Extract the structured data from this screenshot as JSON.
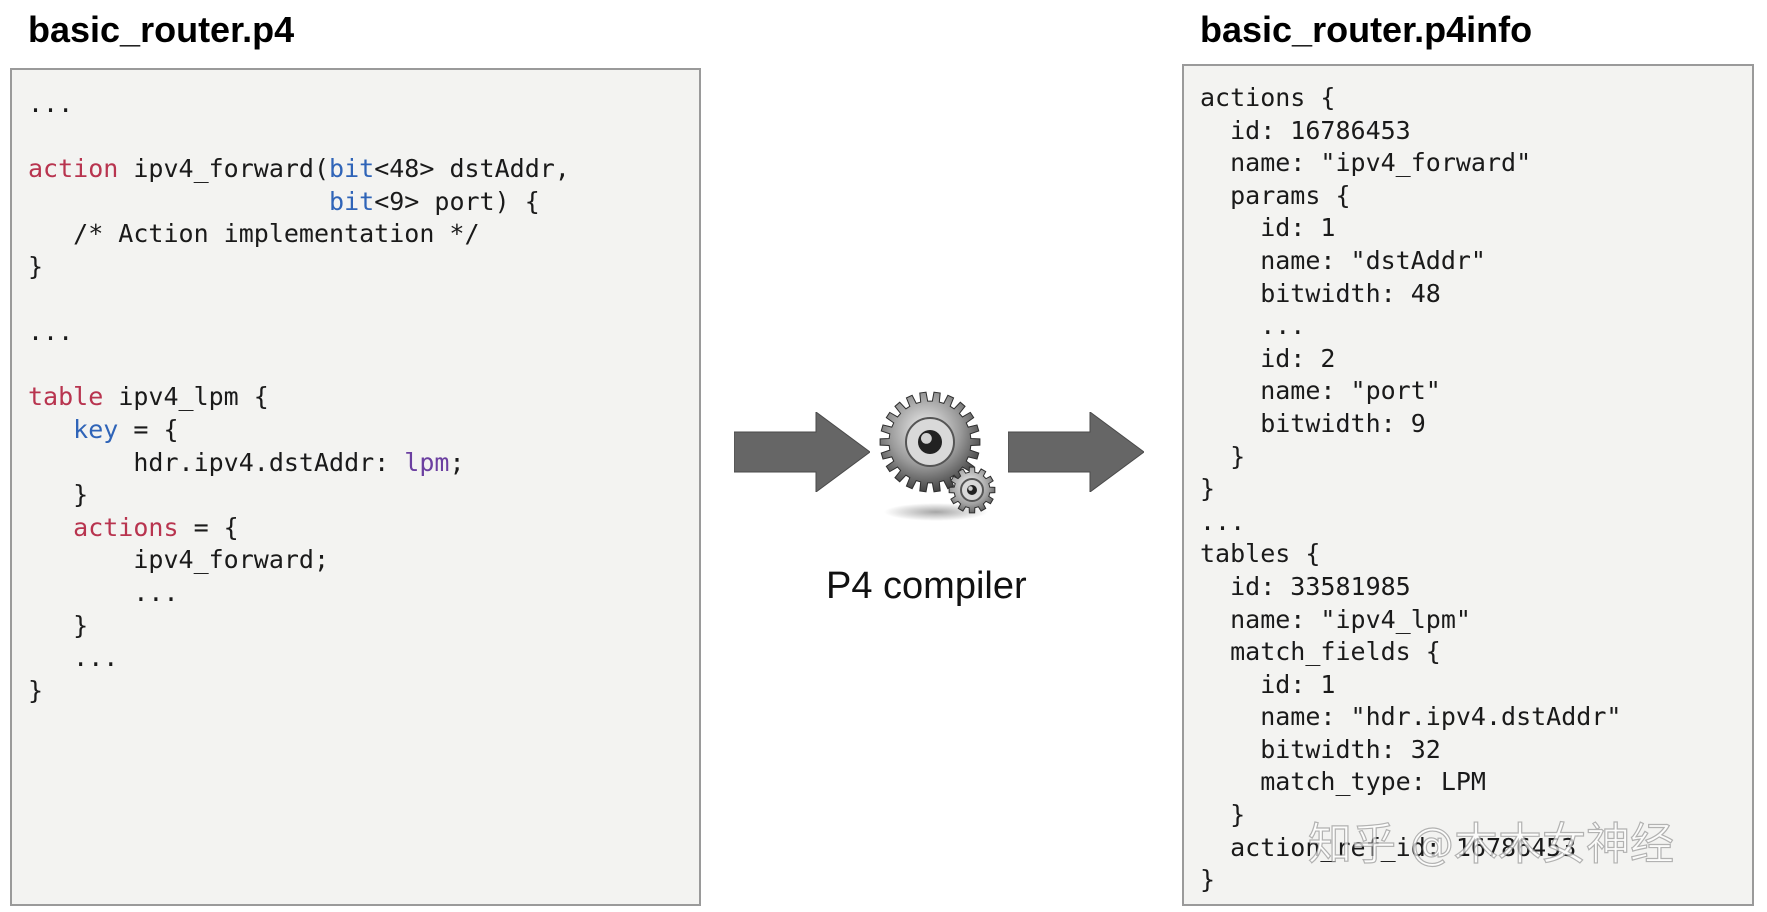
{
  "left_panel": {
    "title": "basic_router.p4",
    "code": [
      [
        {
          "t": "..."
        }
      ],
      [
        {
          "t": ""
        }
      ],
      [
        {
          "t": "action",
          "c": "red"
        },
        {
          "t": " ipv4_forward("
        },
        {
          "t": "bit",
          "c": "blue"
        },
        {
          "t": "<48> dstAddr,"
        }
      ],
      [
        {
          "t": "                    "
        },
        {
          "t": "bit",
          "c": "blue"
        },
        {
          "t": "<9> port) {"
        }
      ],
      [
        {
          "t": "   /* Action implementation */"
        }
      ],
      [
        {
          "t": "}"
        }
      ],
      [
        {
          "t": ""
        }
      ],
      [
        {
          "t": "..."
        }
      ],
      [
        {
          "t": ""
        }
      ],
      [
        {
          "t": "table",
          "c": "red"
        },
        {
          "t": " ipv4_lpm {"
        }
      ],
      [
        {
          "t": "   "
        },
        {
          "t": "key",
          "c": "blue"
        },
        {
          "t": " = {"
        }
      ],
      [
        {
          "t": "       hdr.ipv4.dstAddr: "
        },
        {
          "t": "lpm",
          "c": "purple"
        },
        {
          "t": ";"
        }
      ],
      [
        {
          "t": "   }"
        }
      ],
      [
        {
          "t": "   "
        },
        {
          "t": "actions",
          "c": "red"
        },
        {
          "t": " = {"
        }
      ],
      [
        {
          "t": "       ipv4_forward;"
        }
      ],
      [
        {
          "t": "       ..."
        }
      ],
      [
        {
          "t": "   }"
        }
      ],
      [
        {
          "t": "   ..."
        }
      ],
      [
        {
          "t": "}"
        }
      ]
    ]
  },
  "right_panel": {
    "title": "basic_router.p4info",
    "code": [
      [
        {
          "t": "actions {"
        }
      ],
      [
        {
          "t": "  id: 16786453"
        }
      ],
      [
        {
          "t": "  name: \"ipv4_forward\""
        }
      ],
      [
        {
          "t": "  params {"
        }
      ],
      [
        {
          "t": "    id: 1"
        }
      ],
      [
        {
          "t": "    name: \"dstAddr\""
        }
      ],
      [
        {
          "t": "    bitwidth: 48"
        }
      ],
      [
        {
          "t": "    ..."
        }
      ],
      [
        {
          "t": "    id: 2"
        }
      ],
      [
        {
          "t": "    name: \"port\""
        }
      ],
      [
        {
          "t": "    bitwidth: 9"
        }
      ],
      [
        {
          "t": "  }"
        }
      ],
      [
        {
          "t": "}"
        }
      ],
      [
        {
          "t": "..."
        }
      ],
      [
        {
          "t": "tables {"
        }
      ],
      [
        {
          "t": "  id: 33581985"
        }
      ],
      [
        {
          "t": "  name: \"ipv4_lpm\""
        }
      ],
      [
        {
          "t": "  match_fields {"
        }
      ],
      [
        {
          "t": "    id: 1"
        }
      ],
      [
        {
          "t": "    name: \"hdr.ipv4.dstAddr\""
        }
      ],
      [
        {
          "t": "    bitwidth: 32"
        }
      ],
      [
        {
          "t": "    match_type: LPM"
        }
      ],
      [
        {
          "t": "  }"
        }
      ],
      [
        {
          "t": "  action_ref_id: 16786453"
        }
      ],
      [
        {
          "t": "}"
        }
      ]
    ]
  },
  "compiler": {
    "label": "P4 compiler",
    "icon": "gear-icon"
  },
  "watermark": {
    "text": "知乎 @木木女神经"
  },
  "colors": {
    "keyword_red": "#b8344f",
    "keyword_blue": "#2f64b8",
    "keyword_purple": "#6b3fa0",
    "arrow": "#666666",
    "panel_bg": "#f3f3f1",
    "panel_border": "#9a9a9a"
  }
}
